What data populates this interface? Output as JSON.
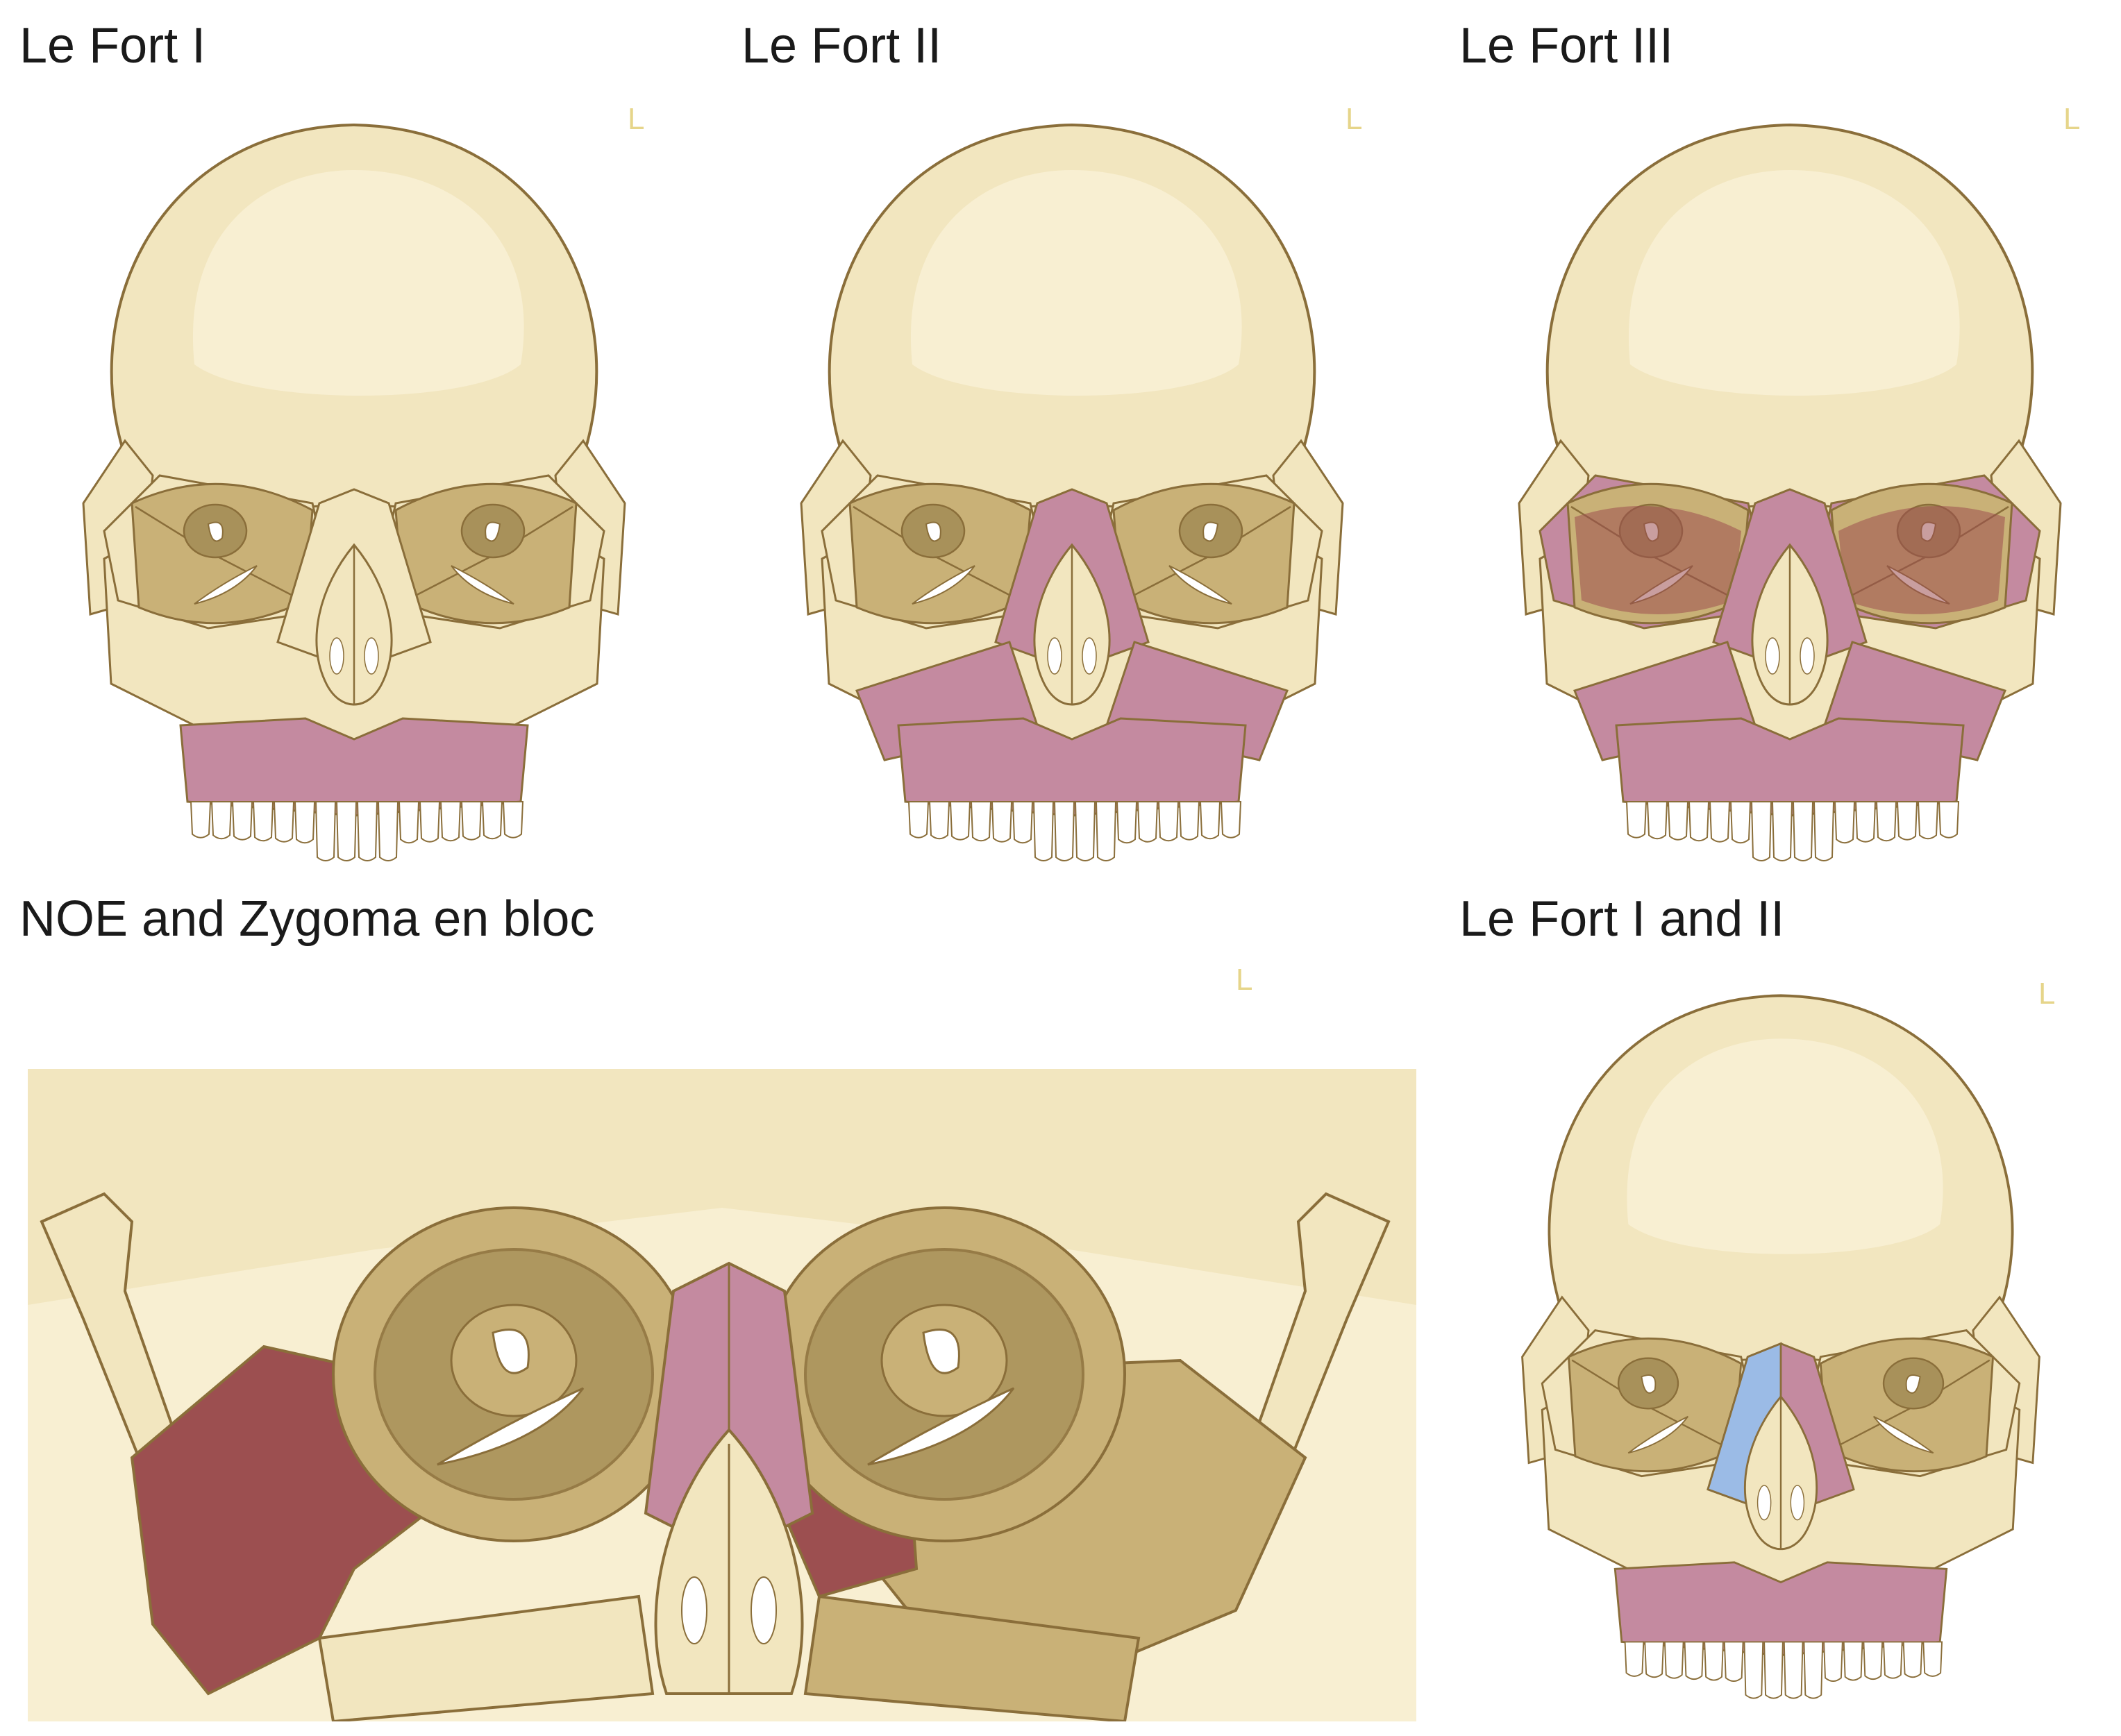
{
  "panels": [
    {
      "id": "le-fort-1",
      "title": "Le Fort I",
      "corner_mark": "L",
      "regions": [
        "maxilla"
      ]
    },
    {
      "id": "le-fort-2",
      "title": "Le Fort II",
      "corner_mark": "L",
      "regions": [
        "maxilla",
        "nasal"
      ]
    },
    {
      "id": "le-fort-3",
      "title": "Le Fort III",
      "corner_mark": "L",
      "regions": [
        "maxilla",
        "nasal",
        "zygoma"
      ]
    },
    {
      "id": "noe-zygoma",
      "title": "NOE and Zygoma en bloc",
      "corner_mark": "L"
    },
    {
      "id": "le-fort-1-2",
      "title": "Le Fort I and II",
      "corner_mark": "L",
      "regions": [
        "maxilla",
        "nasal",
        "split"
      ]
    }
  ],
  "colors": {
    "bone": "#f2e6bf",
    "bone_light": "#f8efd2",
    "outline": "#8a6e3a",
    "orbit": "#c9b177",
    "orbit_dark": "#a8915a",
    "fracture_pink": "#c48aa0",
    "fracture_maroon": "#9c4f50",
    "fracture_blue": "#9bbbe6",
    "teeth": "#ffffff"
  }
}
